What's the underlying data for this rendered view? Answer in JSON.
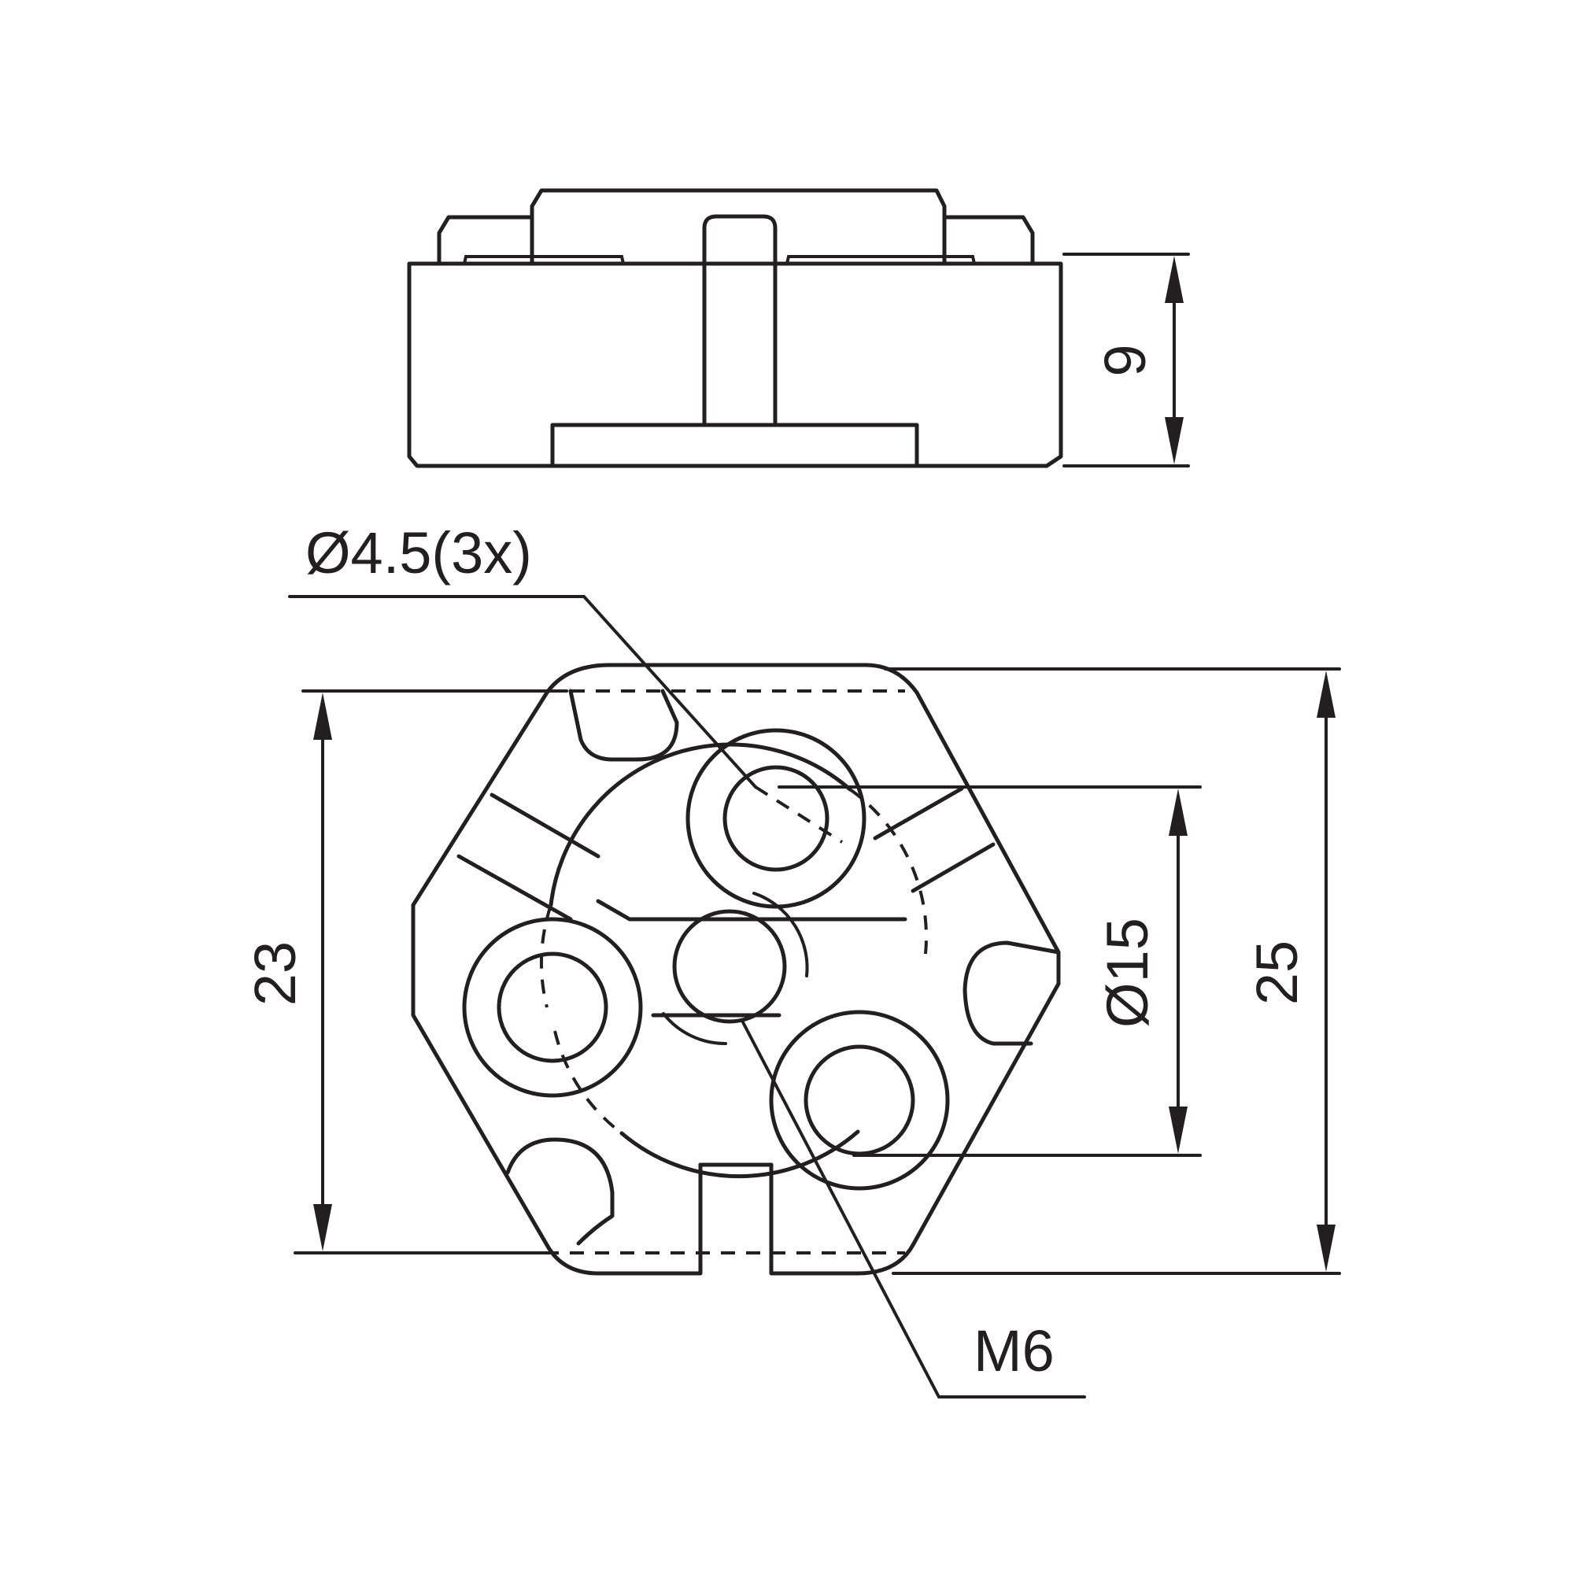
{
  "labels": {
    "hole_callout": "Ø4.5(3x)",
    "thread_callout": "M6",
    "dim_height": "9",
    "dim_flat_to_flat": "23",
    "dim_diameter": "Ø15",
    "dim_across_corners": "25"
  },
  "colors": {
    "line": "#231f20",
    "background": "#ffffff"
  }
}
